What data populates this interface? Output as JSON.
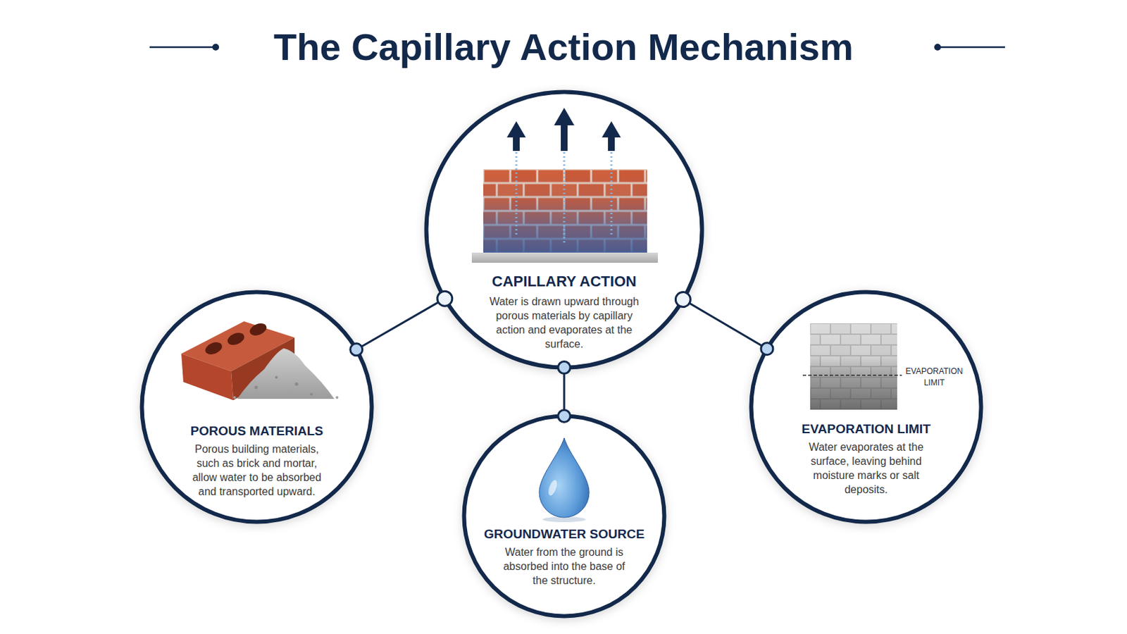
{
  "diagram": {
    "title": "The Capillary Action Mechanism",
    "nodes": [
      {
        "text": [
          "CAPILLARY ACTION",
          "Water is drawn upward through porous materials by capillary action and evaporates at the surface."
        ]
      },
      {
        "text": [
          "POROUS MATERIALS",
          "Porous building materials, such as brick and mortar, allow water to be absorbed and transported upward."
        ]
      },
      {
        "text": [
          "EVAPORATION LIMIT",
          "Water evaporates at the surface, leaving behind moisture marks or salt deposits."
        ]
      },
      {
        "text": [
          "GROUNDWATER SOURCE",
          "Water from the ground is absorbed into the base of the structure."
        ]
      }
    ],
    "edges": [
      {
        "from": 0,
        "to": 1,
        "arrow": "none"
      },
      {
        "from": 0,
        "to": 2,
        "arrow": "none"
      },
      {
        "from": 0,
        "to": 3,
        "arrow": "none"
      }
    ],
    "labels": [
      "EVAPORATION LIMIT"
    ]
  }
}
